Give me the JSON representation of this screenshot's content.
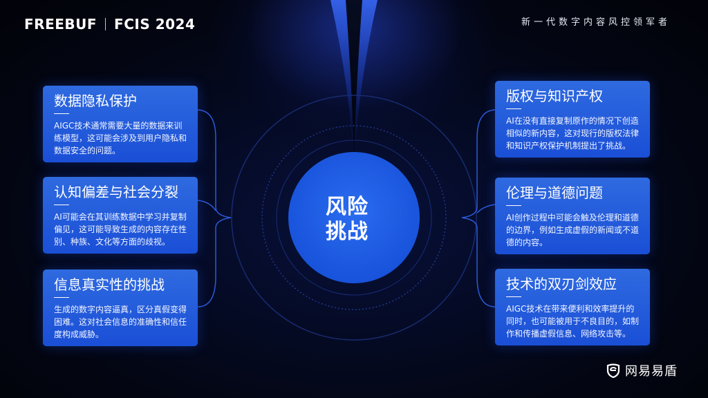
{
  "header": {
    "logo_freebuf": "FREEBUF",
    "logo_fcis": "FCIS 2024",
    "tagline": "新一代数字内容风控领军者"
  },
  "center": {
    "label_line1": "风险",
    "label_line2": "挑战"
  },
  "cards": {
    "privacy": {
      "title": "数据隐私保护",
      "body": "AIGC技术通常需要大量的数据来训练模型，这可能会涉及到用户隐私和数据安全的问题。"
    },
    "bias": {
      "title": "认知偏差与社会分裂",
      "body": "AI可能会在其训练数据中学习并复制偏见，这可能导致生成的内容存在性别、种族、文化等方面的歧视。"
    },
    "authenticity": {
      "title": "信息真实性的挑战",
      "body": "生成的数字内容逼真，区分真假变得困难。这对社会信息的准确性和信任度构成威胁。"
    },
    "copyright": {
      "title": "版权与知识产权",
      "body": "AI在没有直接复制原作的情况下创造相似的新内容，这对现行的版权法律和知识产权保护机制提出了挑战。"
    },
    "ethics": {
      "title": "伦理与道德问题",
      "body": "AI创作过程中可能会触及伦理和道德的边界，例如生成虚假的新闻或不道德的内容。"
    },
    "tech": {
      "title": "技术的双刃剑效应",
      "body": "AIGC技术在带来便利和效率提升的同时，也可能被用于不良目的，如制作和传播虚假信息、网络攻击等。"
    }
  },
  "footer": {
    "brand": "网易易盾"
  },
  "colors": {
    "card_blue": "#1f58dc",
    "center_circle": "#1e5fe6",
    "accent_green": "#38c872"
  }
}
